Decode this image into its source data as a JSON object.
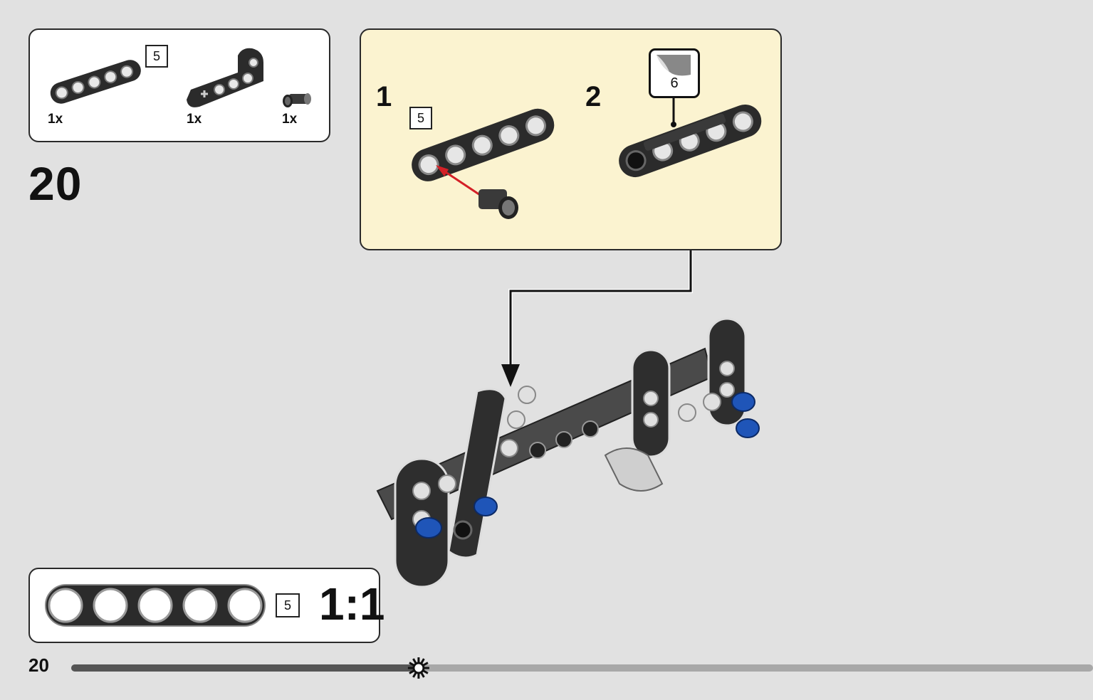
{
  "step": {
    "number": "20",
    "parts": [
      {
        "name": "beam-5",
        "quantity": "1x",
        "length_badge": "5"
      },
      {
        "name": "angled-beam",
        "quantity": "1x"
      },
      {
        "name": "connector-pin",
        "quantity": "1x"
      }
    ]
  },
  "sub_assembly": {
    "steps": [
      {
        "number": "1",
        "length_badge": "5"
      },
      {
        "number": "2",
        "sticker_number": "6"
      }
    ]
  },
  "scale_reference": {
    "length_badge": "5",
    "ratio": "1:1",
    "hole_count": 5
  },
  "footer": {
    "page_number": "20",
    "progress": 0.34
  },
  "colors": {
    "background": "#e1e1e1",
    "callout_bg": "#fbf3d0",
    "beam_dark": "#2b2b2b",
    "pin_blue": "#1f55b8",
    "arrow_red": "#d42027",
    "progress_done": "#555555",
    "progress_rest": "#a8a8a8"
  }
}
